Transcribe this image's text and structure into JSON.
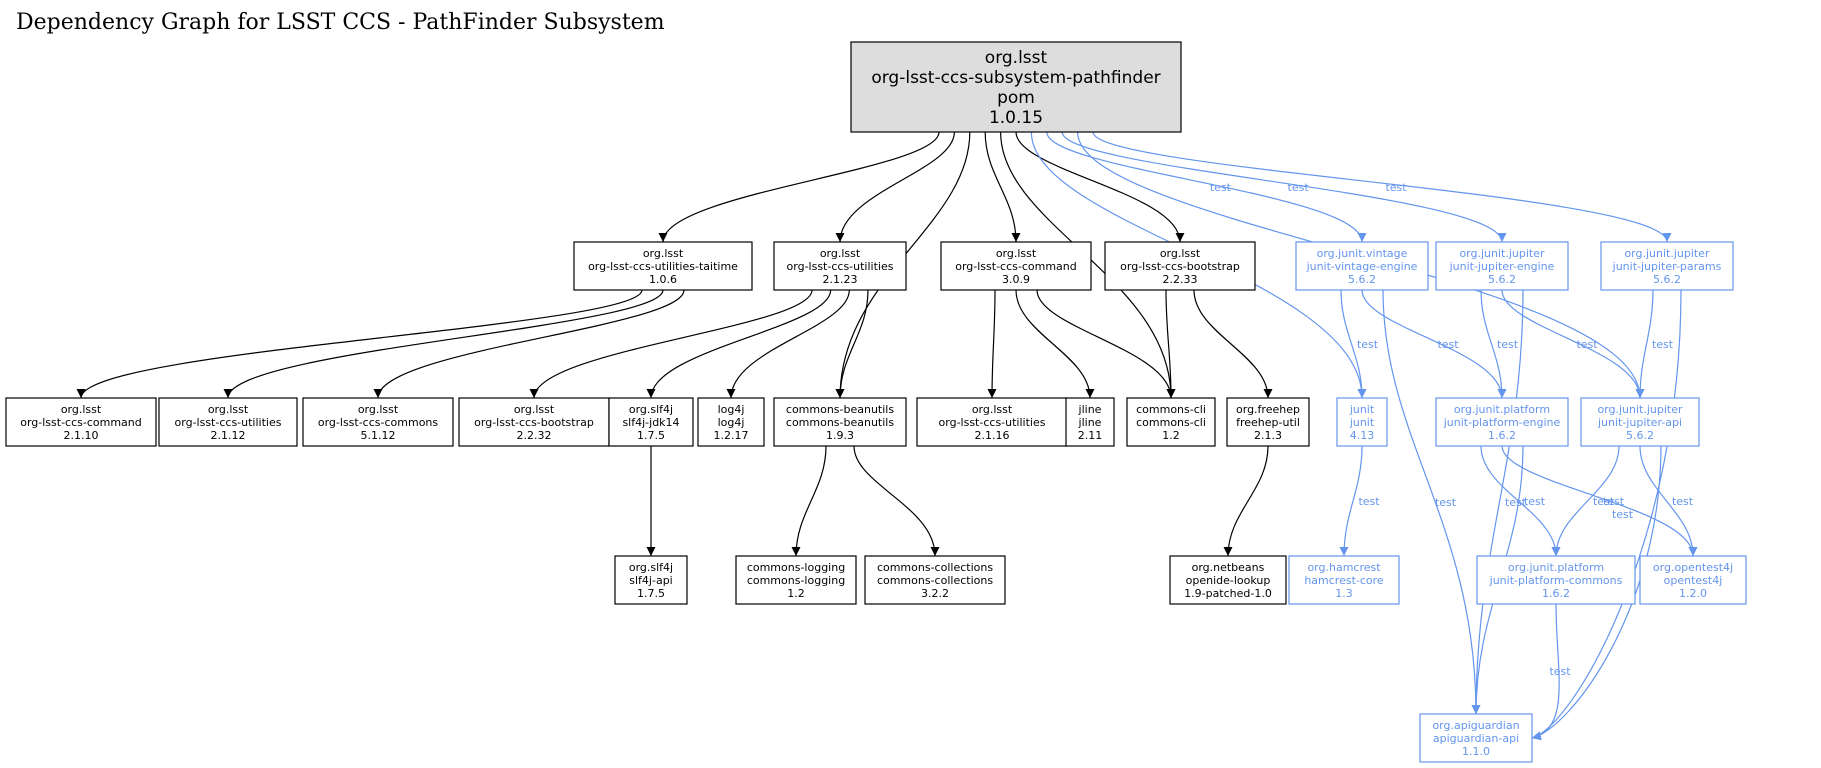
{
  "title": "Dependency Graph for LSST CCS - PathFinder Subsystem",
  "colors": {
    "compile": "#000000",
    "test": "#6495ed",
    "root_fill": "#dddddd"
  },
  "nodes": [
    {
      "id": "root",
      "lines": [
        "org.lsst",
        "org-lsst-ccs-subsystem-pathfinder",
        "pom",
        "1.0.15"
      ],
      "kind": "root"
    },
    {
      "id": "taitime",
      "lines": [
        "org.lsst",
        "org-lsst-ccs-utilities-taitime",
        "1.0.6"
      ],
      "kind": "compile"
    },
    {
      "id": "util2123",
      "lines": [
        "org.lsst",
        "org-lsst-ccs-utilities",
        "2.1.23"
      ],
      "kind": "compile"
    },
    {
      "id": "cmd309",
      "lines": [
        "org.lsst",
        "org-lsst-ccs-command",
        "3.0.9"
      ],
      "kind": "compile"
    },
    {
      "id": "boot2233",
      "lines": [
        "org.lsst",
        "org-lsst-ccs-bootstrap",
        "2.2.33"
      ],
      "kind": "compile"
    },
    {
      "id": "vintage",
      "lines": [
        "org.junit.vintage",
        "junit-vintage-engine",
        "5.6.2"
      ],
      "kind": "test"
    },
    {
      "id": "jupengine",
      "lines": [
        "org.junit.jupiter",
        "junit-jupiter-engine",
        "5.6.2"
      ],
      "kind": "test"
    },
    {
      "id": "jupparams",
      "lines": [
        "org.junit.jupiter",
        "junit-jupiter-params",
        "5.6.2"
      ],
      "kind": "test"
    },
    {
      "id": "cmd2110",
      "lines": [
        "org.lsst",
        "org-lsst-ccs-command",
        "2.1.10"
      ],
      "kind": "compile"
    },
    {
      "id": "util2112",
      "lines": [
        "org.lsst",
        "org-lsst-ccs-utilities",
        "2.1.12"
      ],
      "kind": "compile"
    },
    {
      "id": "commons5112",
      "lines": [
        "org.lsst",
        "org-lsst-ccs-commons",
        "5.1.12"
      ],
      "kind": "compile"
    },
    {
      "id": "boot2232",
      "lines": [
        "org.lsst",
        "org-lsst-ccs-bootstrap",
        "2.2.32"
      ],
      "kind": "compile"
    },
    {
      "id": "slf4jjdk",
      "lines": [
        "org.slf4j",
        "slf4j-jdk14",
        "1.7.5"
      ],
      "kind": "compile"
    },
    {
      "id": "log4j",
      "lines": [
        "log4j",
        "log4j",
        "1.2.17"
      ],
      "kind": "compile"
    },
    {
      "id": "beanutils",
      "lines": [
        "commons-beanutils",
        "commons-beanutils",
        "1.9.3"
      ],
      "kind": "compile"
    },
    {
      "id": "util2116",
      "lines": [
        "org.lsst",
        "org-lsst-ccs-utilities",
        "2.1.16"
      ],
      "kind": "compile"
    },
    {
      "id": "jline",
      "lines": [
        "jline",
        "jline",
        "2.11"
      ],
      "kind": "compile"
    },
    {
      "id": "cli",
      "lines": [
        "commons-cli",
        "commons-cli",
        "1.2"
      ],
      "kind": "compile"
    },
    {
      "id": "freehep",
      "lines": [
        "org.freehep",
        "freehep-util",
        "2.1.3"
      ],
      "kind": "compile"
    },
    {
      "id": "junit",
      "lines": [
        "junit",
        "junit",
        "4.13"
      ],
      "kind": "test"
    },
    {
      "id": "platengine",
      "lines": [
        "org.junit.platform",
        "junit-platform-engine",
        "1.6.2"
      ],
      "kind": "test"
    },
    {
      "id": "jupapi",
      "lines": [
        "org.junit.jupiter",
        "junit-jupiter-api",
        "5.6.2"
      ],
      "kind": "test"
    },
    {
      "id": "slf4japi",
      "lines": [
        "org.slf4j",
        "slf4j-api",
        "1.7.5"
      ],
      "kind": "compile"
    },
    {
      "id": "logging",
      "lines": [
        "commons-logging",
        "commons-logging",
        "1.2"
      ],
      "kind": "compile"
    },
    {
      "id": "collections",
      "lines": [
        "commons-collections",
        "commons-collections",
        "3.2.2"
      ],
      "kind": "compile"
    },
    {
      "id": "openide",
      "lines": [
        "org.netbeans",
        "openide-lookup",
        "1.9-patched-1.0"
      ],
      "kind": "compile"
    },
    {
      "id": "hamcrest",
      "lines": [
        "org.hamcrest",
        "hamcrest-core",
        "1.3"
      ],
      "kind": "test"
    },
    {
      "id": "platcommons",
      "lines": [
        "org.junit.platform",
        "junit-platform-commons",
        "1.6.2"
      ],
      "kind": "test"
    },
    {
      "id": "opentest4j",
      "lines": [
        "org.opentest4j",
        "opentest4j",
        "1.2.0"
      ],
      "kind": "test"
    },
    {
      "id": "apiguardian",
      "lines": [
        "org.apiguardian",
        "apiguardian-api",
        "1.1.0"
      ],
      "kind": "test"
    }
  ],
  "edges": [
    {
      "from": "root",
      "to": "taitime",
      "label": ""
    },
    {
      "from": "root",
      "to": "util2123",
      "label": ""
    },
    {
      "from": "root",
      "to": "beanutils",
      "label": ""
    },
    {
      "from": "root",
      "to": "cmd309",
      "label": ""
    },
    {
      "from": "root",
      "to": "cli",
      "label": ""
    },
    {
      "from": "root",
      "to": "boot2233",
      "label": ""
    },
    {
      "from": "root",
      "to": "junit",
      "label": "test"
    },
    {
      "from": "root",
      "to": "vintage",
      "label": "test"
    },
    {
      "from": "root",
      "to": "jupengine",
      "label": "test"
    },
    {
      "from": "root",
      "to": "jupapi",
      "label": "test"
    },
    {
      "from": "root",
      "to": "jupparams",
      "label": "test"
    },
    {
      "from": "taitime",
      "to": "cmd2110",
      "label": ""
    },
    {
      "from": "taitime",
      "to": "util2112",
      "label": ""
    },
    {
      "from": "taitime",
      "to": "commons5112",
      "label": ""
    },
    {
      "from": "util2123",
      "to": "boot2232",
      "label": ""
    },
    {
      "from": "util2123",
      "to": "slf4jjdk",
      "label": ""
    },
    {
      "from": "util2123",
      "to": "log4j",
      "label": ""
    },
    {
      "from": "util2123",
      "to": "beanutils",
      "label": ""
    },
    {
      "from": "cmd309",
      "to": "util2116",
      "label": ""
    },
    {
      "from": "cmd309",
      "to": "jline",
      "label": ""
    },
    {
      "from": "cmd309",
      "to": "cli",
      "label": ""
    },
    {
      "from": "boot2233",
      "to": "cli",
      "label": ""
    },
    {
      "from": "boot2233",
      "to": "freehep",
      "label": ""
    },
    {
      "from": "vintage",
      "to": "junit",
      "label": "test"
    },
    {
      "from": "vintage",
      "to": "platengine",
      "label": "test"
    },
    {
      "from": "vintage",
      "to": "apiguardian",
      "label": "test"
    },
    {
      "from": "jupengine",
      "to": "platengine",
      "label": "test"
    },
    {
      "from": "jupengine",
      "to": "jupapi",
      "label": "test"
    },
    {
      "from": "jupengine",
      "to": "apiguardian",
      "label": "test"
    },
    {
      "from": "jupparams",
      "to": "jupapi",
      "label": "test"
    },
    {
      "from": "jupparams",
      "to": "apiguardian",
      "label": "test"
    },
    {
      "from": "slf4jjdk",
      "to": "slf4japi",
      "label": ""
    },
    {
      "from": "beanutils",
      "to": "logging",
      "label": ""
    },
    {
      "from": "beanutils",
      "to": "collections",
      "label": ""
    },
    {
      "from": "freehep",
      "to": "openide",
      "label": ""
    },
    {
      "from": "junit",
      "to": "hamcrest",
      "label": "test"
    },
    {
      "from": "platengine",
      "to": "platcommons",
      "label": "test"
    },
    {
      "from": "platengine",
      "to": "opentest4j",
      "label": "test"
    },
    {
      "from": "platengine",
      "to": "apiguardian",
      "label": "test"
    },
    {
      "from": "jupapi",
      "to": "platcommons",
      "label": "test"
    },
    {
      "from": "jupapi",
      "to": "opentest4j",
      "label": "test"
    },
    {
      "from": "jupapi",
      "to": "apiguardian",
      "label": "test"
    },
    {
      "from": "platcommons",
      "to": "apiguardian",
      "label": "test"
    }
  ]
}
